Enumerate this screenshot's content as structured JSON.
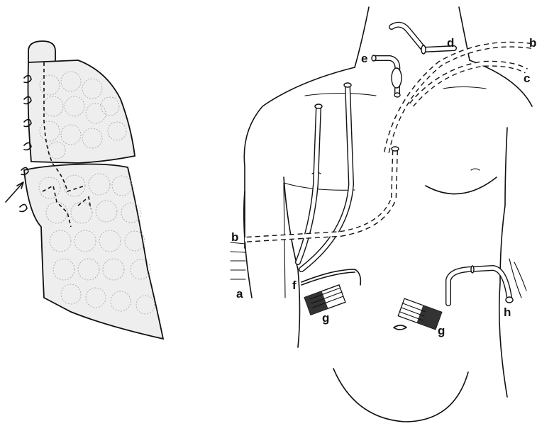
{
  "labels": {
    "a": "a",
    "b_left": "b",
    "b_right": "b",
    "c": "c",
    "d": "d",
    "e": "e",
    "f": "f",
    "g_left": "g",
    "g_right": "g",
    "h": "h"
  }
}
